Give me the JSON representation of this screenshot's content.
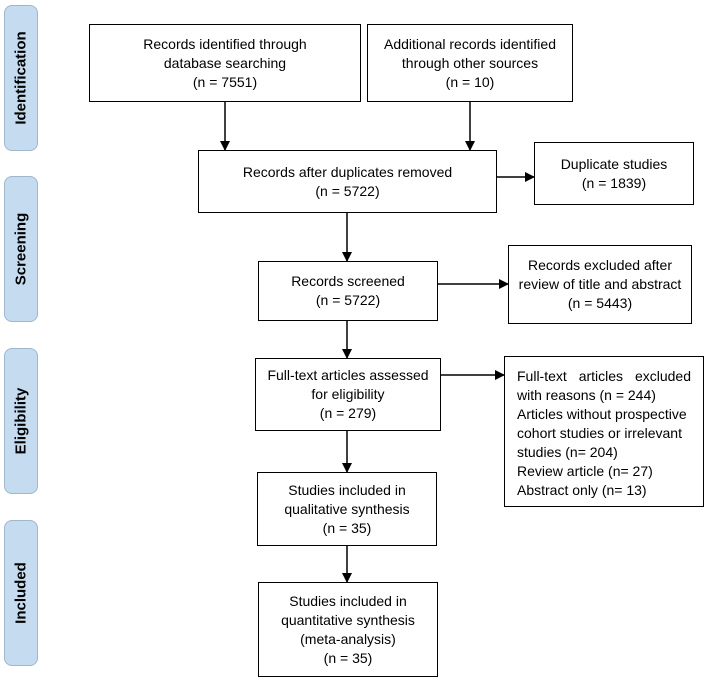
{
  "phases": {
    "identification": "Identification",
    "screening": "Screening",
    "eligibility": "Eligibility",
    "included": "Included"
  },
  "boxes": {
    "database": [
      "Records identified through",
      "database searching",
      "(n = 7551)"
    ],
    "other_sources": [
      "Additional records identified",
      "through other sources",
      "(n = 10)"
    ],
    "after_duplicates": [
      "Records after duplicates removed",
      "(n = 5722)"
    ],
    "duplicates": [
      "Duplicate studies",
      "(n = 1839)"
    ],
    "screened": [
      "Records screened",
      "(n = 5722)"
    ],
    "excluded_title": [
      "Records excluded after",
      "review of title and abstract",
      "(n = 5443)"
    ],
    "fulltext": [
      "Full-text articles assessed",
      "for eligibility",
      "(n = 279)"
    ],
    "excluded_fulltext": [
      "Full-text articles excluded",
      "with reasons (n = 244)",
      "Articles without prospective",
      "cohort studies or irrelevant",
      "studies (n= 204)",
      "Review article (n= 27)",
      "Abstract only (n= 13)"
    ],
    "qualitative": [
      "Studies included in",
      "qualitative synthesis",
      "(n = 35)"
    ],
    "quantitative": [
      "Studies included in",
      "quantitative synthesis",
      "(meta-analysis)",
      "(n = 35)"
    ]
  }
}
